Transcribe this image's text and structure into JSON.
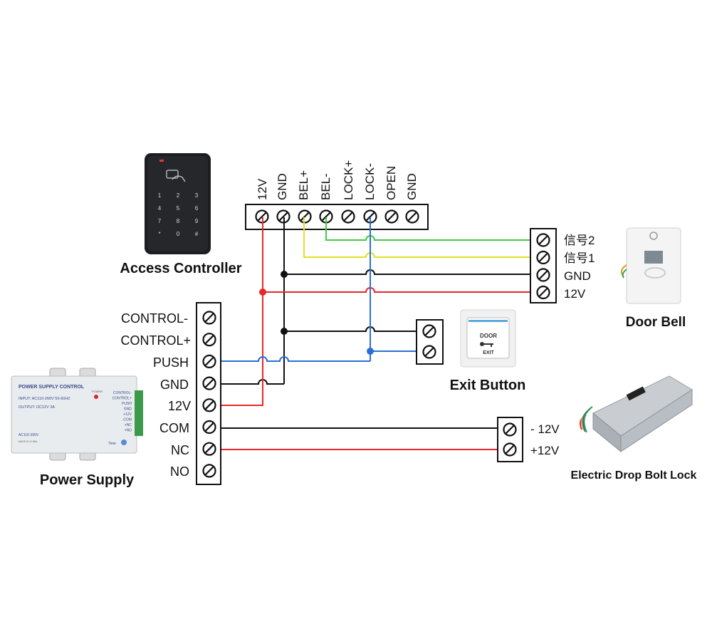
{
  "access_controller": {
    "label": "Access Controller",
    "keypad_keys": [
      "1",
      "2",
      "3",
      "4",
      "5",
      "6",
      "7",
      "8",
      "9",
      "*",
      "0",
      "#"
    ]
  },
  "controller_terminal": {
    "labels": [
      "12V",
      "GND",
      "BEL+",
      "BEL-",
      "LOCK+",
      "LOCK-",
      "OPEN",
      "GND"
    ]
  },
  "power_supply": {
    "label": "Power Supply",
    "terminal_labels": [
      "CONTROL-",
      "CONTROL+",
      "PUSH",
      "GND",
      "12V",
      "COM",
      "NC",
      "NO"
    ],
    "device": {
      "title": "POWER SUPPLY CONTROL",
      "input_line": "INPUT: AC110-260V 50-60HZ",
      "output_line": "OUTPUT: DC12V 3A",
      "power_led_label": "POWER",
      "side_labels": [
        "CONTROL-",
        "CONTROL+",
        "PUSH",
        "GND",
        "+12V",
        "-COM",
        "+NC",
        "+NO"
      ],
      "model_line": "AC110-260V",
      "made_in": "MADE IN CHINA",
      "time_label": "Time"
    }
  },
  "door_bell": {
    "label": "Door Bell",
    "terminal_labels": [
      "信号2",
      "信号1",
      "GND",
      "12V"
    ]
  },
  "exit_button": {
    "label": "Exit Button",
    "face_text": [
      "DOOR",
      "EXIT"
    ]
  },
  "lock": {
    "label": "Electric Drop Bolt Lock",
    "terminal_labels": [
      "- 12V",
      "+12V"
    ]
  },
  "colors": {
    "wire_red": "#e8272a",
    "wire_black": "#111111",
    "wire_blue": "#2a6fd6",
    "wire_green": "#3fcf3f",
    "wire_yellow": "#e6df25"
  }
}
